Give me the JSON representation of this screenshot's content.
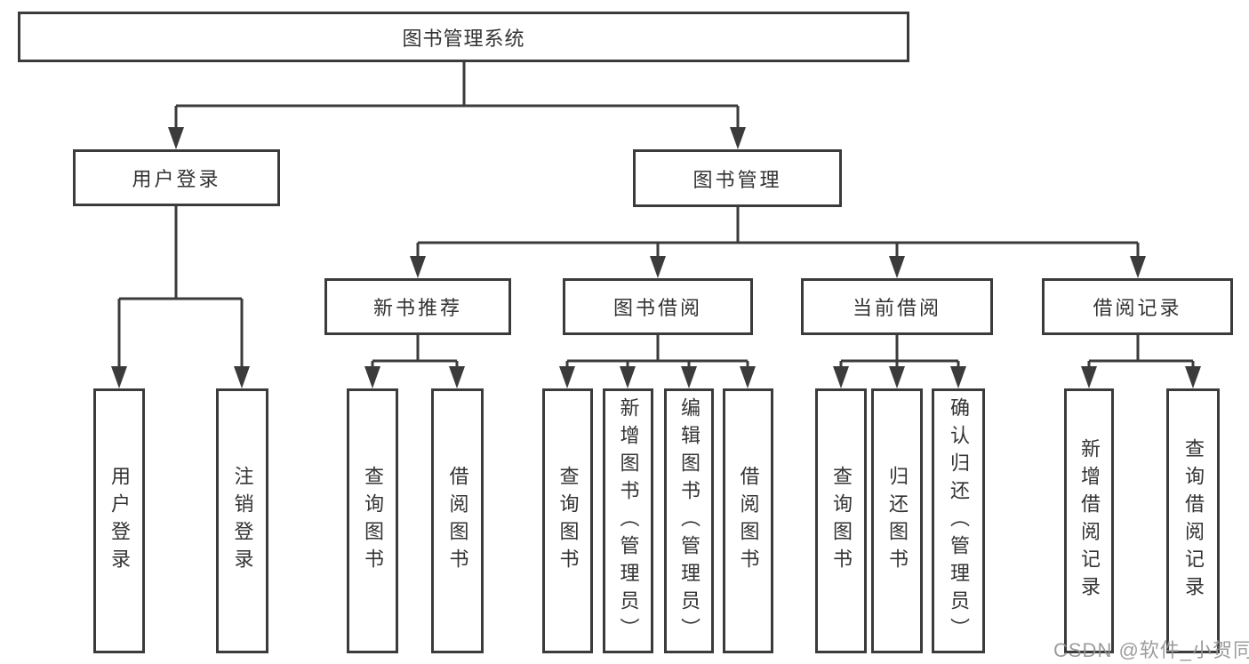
{
  "tree": {
    "root": {
      "label": "图书管理系统"
    },
    "level2": {
      "user_login": {
        "label": "用户登录"
      },
      "book_mgmt": {
        "label": "图书管理"
      }
    },
    "level3": {
      "new_books": {
        "label": "新书推荐"
      },
      "book_borrow": {
        "label": "图书借阅"
      },
      "current_borrow": {
        "label": "当前借阅"
      },
      "borrow_records": {
        "label": "借阅记录"
      }
    },
    "leaves": {
      "user_login_leaf": {
        "label": "用户登录"
      },
      "logout": {
        "label": "注销登录"
      },
      "nb_query": {
        "label": "查询图书"
      },
      "nb_borrow": {
        "label": "借阅图书"
      },
      "bb_query": {
        "label": "查询图书"
      },
      "bb_add": {
        "label": "新增图书（管理员）"
      },
      "bb_edit": {
        "label": "编辑图书（管理员）"
      },
      "bb_borrow": {
        "label": "借阅图书"
      },
      "cb_query": {
        "label": "查询图书"
      },
      "cb_return": {
        "label": "归还图书"
      },
      "cb_confirm": {
        "label": "确认归还（管理员）"
      },
      "br_add": {
        "label": "新增借阅记录"
      },
      "br_query": {
        "label": "查询借阅记录"
      }
    }
  },
  "watermark": {
    "text": "CSDN @软件_小贺同学"
  },
  "colors": {
    "line": "#3b3b3b",
    "text": "#333333",
    "watermark": "#949494"
  }
}
